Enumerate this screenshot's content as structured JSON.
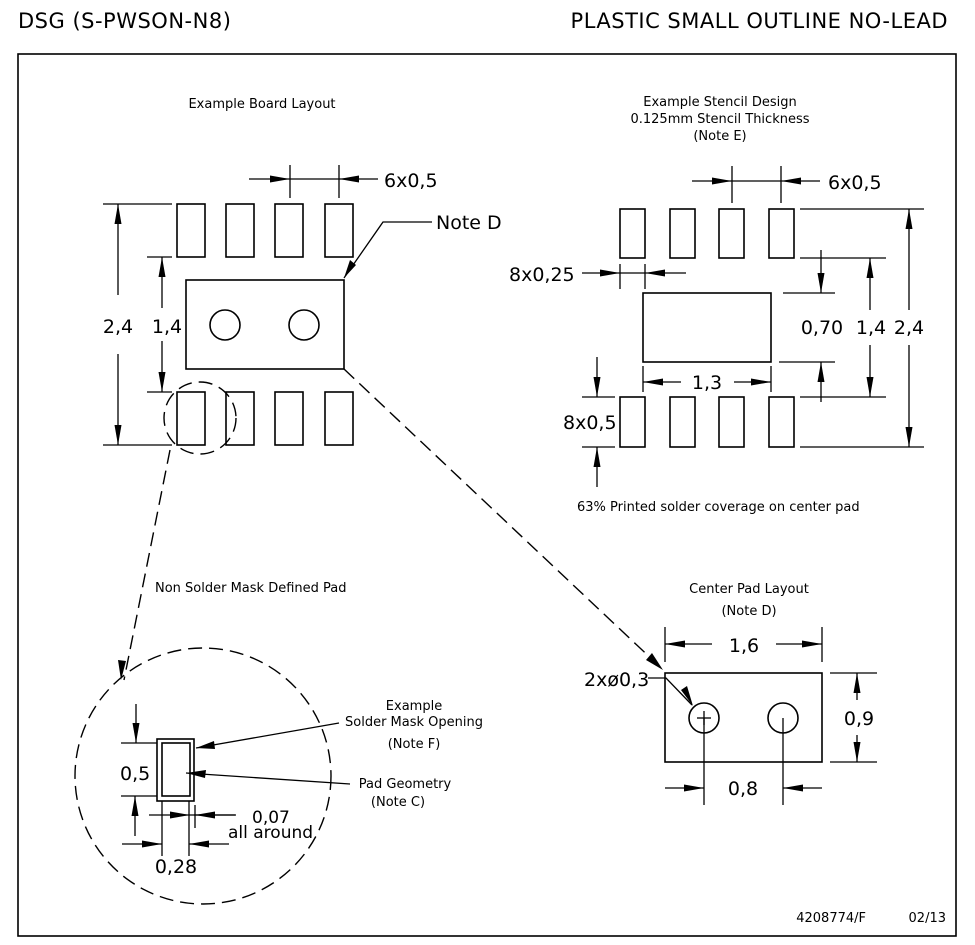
{
  "header": {
    "package_code": "DSG (S-PWSON-N8)",
    "package_name": "PLASTIC SMALL OUTLINE NO-LEAD"
  },
  "board_layout": {
    "title": "Example Board Layout",
    "pitch_label": "6x0,5",
    "note_label": "Note D",
    "outer_height_label": "2,4",
    "inner_height_label": "1,4"
  },
  "stencil_design": {
    "title_line1": "Example Stencil Design",
    "title_line2": "0.125mm Stencil Thickness",
    "title_line3": "(Note E)",
    "pitch_label": "6x0,5",
    "pad_width_label": "8x0,25",
    "pad_height_label": "8x0,5",
    "center_width_label": "1,3",
    "center_height_label": "0,70",
    "inner_height_label": "1,4",
    "outer_height_label": "2,4",
    "coverage_note": "63% Printed solder coverage on center pad"
  },
  "nsmd_pad": {
    "title": "Non Solder Mask Defined Pad",
    "mask_label_line1": "Example",
    "mask_label_line2": "Solder Mask Opening",
    "mask_label_line3": "(Note F)",
    "pad_label_line1": "Pad Geometry",
    "pad_label_line2": "(Note C)",
    "height_label": "0,5",
    "clearance_label": "0,07",
    "clearance_sub": "all around",
    "width_label": "0,28"
  },
  "center_pad": {
    "title_line1": "Center Pad Layout",
    "title_line2": "(Note D)",
    "width_label": "1,6",
    "height_label": "0,9",
    "via_label": "2xø0,3",
    "via_pitch_label": "0,8"
  },
  "footer": {
    "drawing_number": "4208774/F",
    "date": "02/13"
  }
}
